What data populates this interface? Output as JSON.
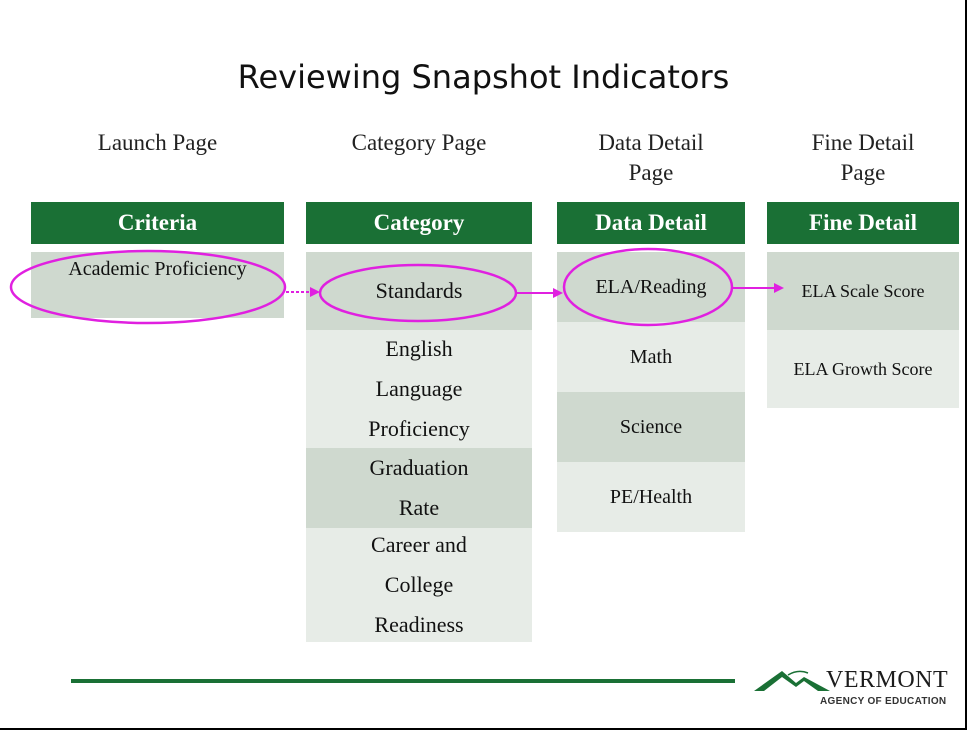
{
  "title": "Reviewing Snapshot Indicators",
  "page_labels": [
    "Launch Page",
    "Category Page",
    "Data Detail Page",
    "Fine Detail Page"
  ],
  "data_detail_label": [
    "Data Detail",
    "Page"
  ],
  "fine_detail_label": [
    "Fine Detail",
    "Page"
  ],
  "columns": {
    "criteria": {
      "header": "Criteria",
      "items": [
        "Academic Proficiency"
      ]
    },
    "category": {
      "header": "Category",
      "items": [
        "Standards",
        "English Language Proficiency",
        "Graduation Rate",
        "Career and College Readiness"
      ],
      "lines": {
        "english": [
          "English",
          "Language",
          "Proficiency"
        ],
        "graduation": [
          "Graduation",
          "Rate"
        ],
        "career": [
          "Career and",
          "College",
          "Readiness"
        ]
      }
    },
    "data_detail": {
      "header": "Data Detail",
      "items": [
        "ELA/Reading",
        "Math",
        "Science",
        "PE/Health"
      ]
    },
    "fine_detail": {
      "header": "Fine Detail",
      "items": [
        "ELA Scale Score",
        "ELA Growth Score"
      ]
    }
  },
  "highlight_color": "#e020e0",
  "accent_green": "#1a7035",
  "logo": {
    "name": "VERMONT",
    "sub": "AGENCY OF EDUCATION"
  }
}
